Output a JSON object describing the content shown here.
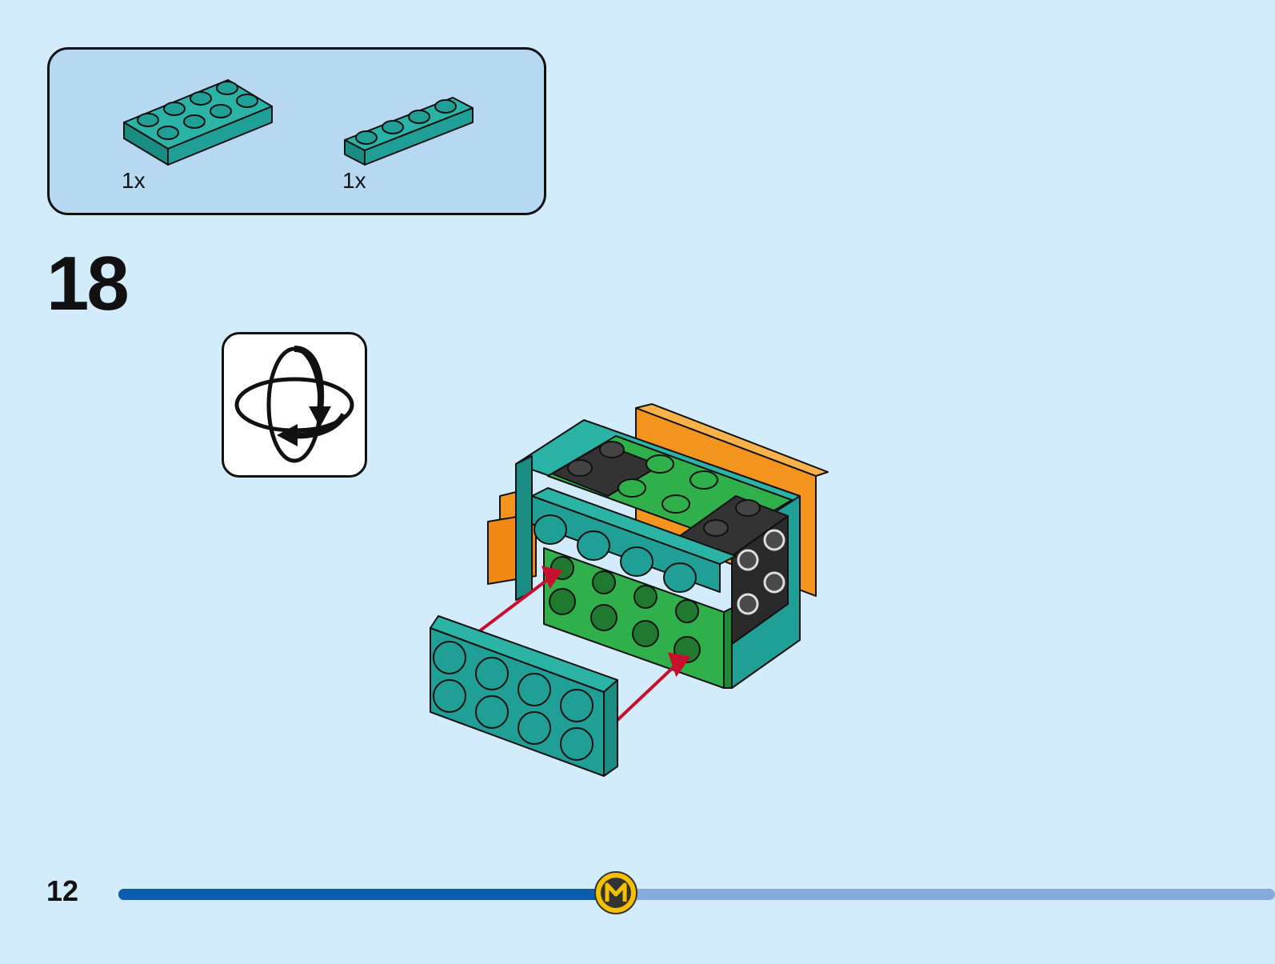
{
  "parts": [
    {
      "icon": "teal-plate-2x4-icon",
      "quantity": "1x"
    },
    {
      "icon": "teal-plate-1x4-icon",
      "quantity": "1x"
    }
  ],
  "step": {
    "number": "18",
    "rotate_icon": "rotate-model-icon"
  },
  "footer": {
    "page_number": "12",
    "progress": 0.5,
    "badge_icon": "minions-m-logo-icon"
  },
  "colors": {
    "background": "#d3ecfc",
    "parts_panel": "#b6d8f1",
    "teal": "#1f9f95",
    "green": "#2fb04a",
    "orange": "#f3941f",
    "dark_gray": "#333333",
    "progress_fill": "#0c5db0",
    "progress_track": "#86aadb"
  }
}
